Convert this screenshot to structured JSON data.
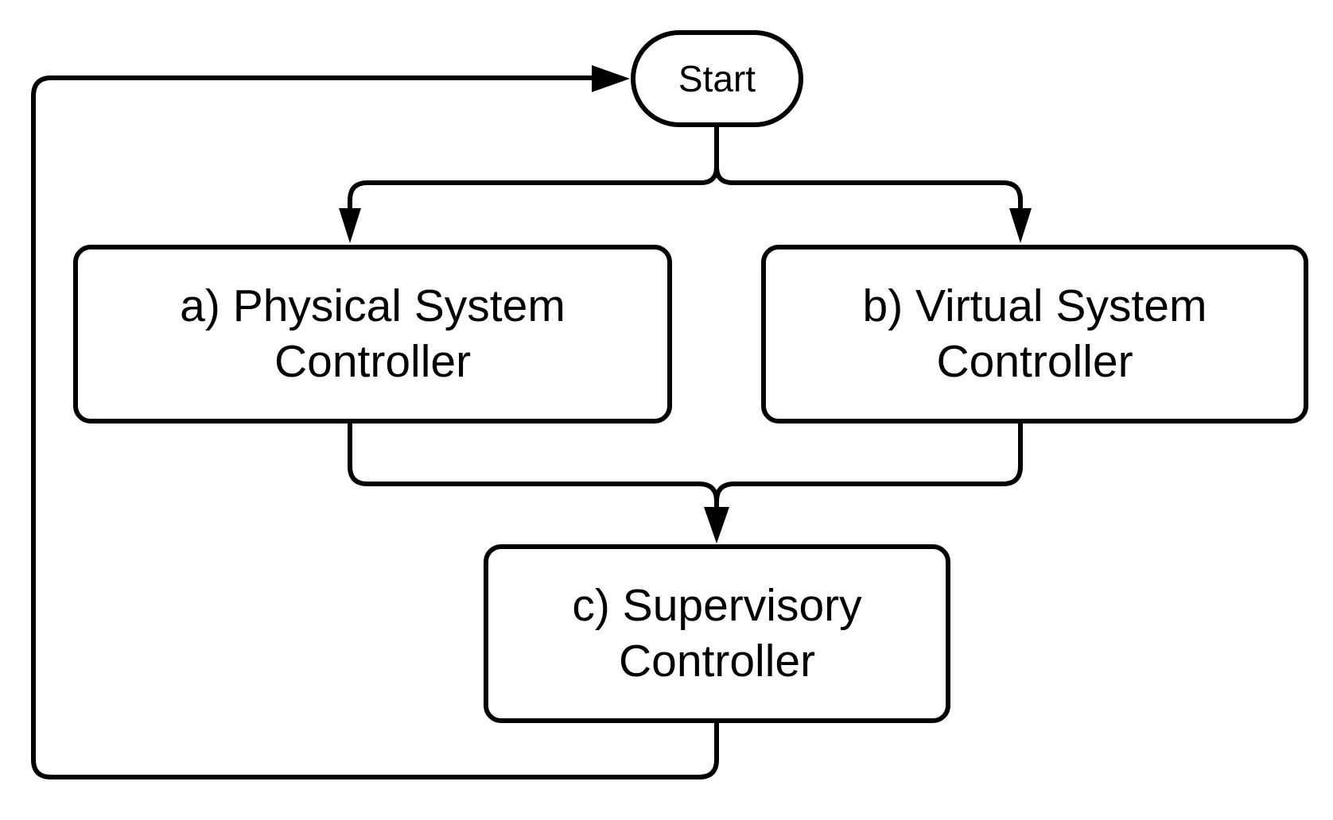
{
  "diagram": {
    "type": "flowchart",
    "background_color": "#ffffff",
    "stroke_color": "#000000",
    "text_color": "#000000",
    "nodes": {
      "start": {
        "label": "Start",
        "shape": "stadium"
      },
      "physical": {
        "label": "a) Physical System Controller",
        "lines": [
          "a) Physical System",
          "Controller"
        ],
        "shape": "rounded-rectangle"
      },
      "virtual": {
        "label": "b) Virtual System Controller",
        "lines": [
          "b) Virtual System",
          "Controller"
        ],
        "shape": "rounded-rectangle"
      },
      "supervisory": {
        "label": "c) Supervisory Controller",
        "lines": [
          "c) Supervisory",
          "Controller"
        ],
        "shape": "rounded-rectangle"
      }
    },
    "edges": [
      {
        "from": "start",
        "to": "physical",
        "arrow": "down"
      },
      {
        "from": "start",
        "to": "virtual",
        "arrow": "down"
      },
      {
        "from": "physical",
        "to": "supervisory",
        "arrow": "down"
      },
      {
        "from": "virtual",
        "to": "supervisory",
        "arrow": "down"
      },
      {
        "from": "supervisory",
        "to": "start",
        "arrow": "right",
        "route": "left-edge-feedback-loop"
      }
    ]
  }
}
